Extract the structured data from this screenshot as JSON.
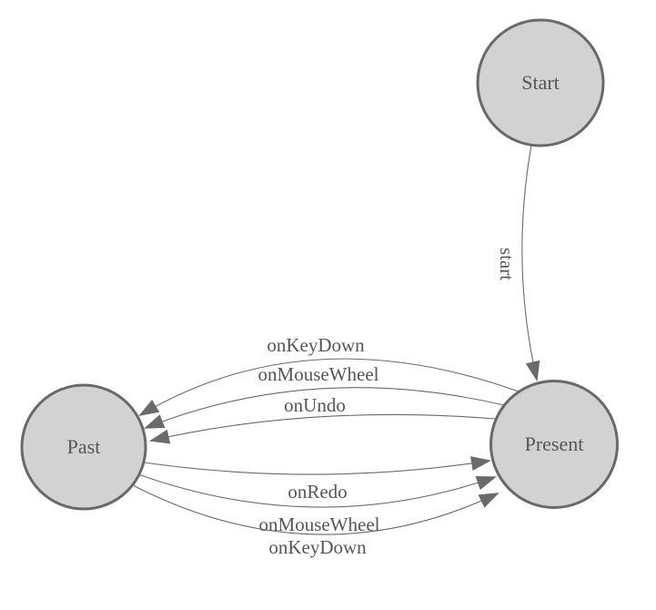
{
  "diagram": {
    "type": "state-machine",
    "nodes": [
      {
        "id": "start",
        "label": "Start"
      },
      {
        "id": "present",
        "label": "Present"
      },
      {
        "id": "past",
        "label": "Past"
      }
    ],
    "edges": [
      {
        "from": "start",
        "to": "present",
        "label": "start",
        "label_orientation": "vertical"
      },
      {
        "from": "present",
        "to": "past",
        "label": "onKeyDown",
        "label_orientation": "horizontal"
      },
      {
        "from": "present",
        "to": "past",
        "label": "onMouseWheel",
        "label_orientation": "horizontal"
      },
      {
        "from": "present",
        "to": "past",
        "label": "onUndo",
        "label_orientation": "horizontal"
      },
      {
        "from": "past",
        "to": "present",
        "label": "onRedo",
        "label_orientation": "horizontal"
      },
      {
        "from": "past",
        "to": "present",
        "label": "onMouseWheel",
        "label_orientation": "horizontal"
      },
      {
        "from": "past",
        "to": "present",
        "label": "onKeyDown",
        "label_orientation": "horizontal"
      }
    ],
    "colors": {
      "background": "#ffffff",
      "node_fill": "#d2d2d2",
      "node_stroke": "#696969",
      "edge_stroke": "#6a6a6a",
      "arrowhead_fill": "#6a6a6a",
      "label_text": "#56565a"
    }
  }
}
